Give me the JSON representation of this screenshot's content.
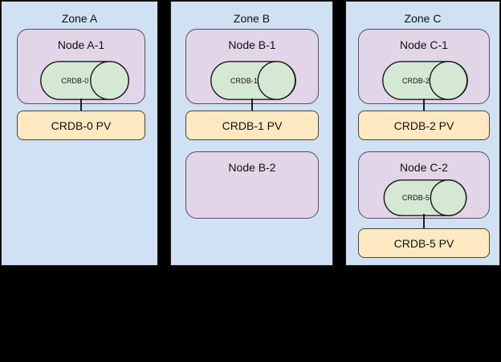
{
  "diagram": {
    "title": "CockroachDB multi-zone node and persistent volume topology",
    "colors": {
      "zone_fill": "#cfe1f2",
      "node_fill": "#e1d5e7",
      "database_fill": "#d5e8d4",
      "pv_fill": "#ffe9c2",
      "stroke": "#1a1a1a",
      "background": "#000000"
    },
    "zones": [
      {
        "label": "Zone A",
        "nodes": [
          {
            "label": "Node A-1",
            "database": "CRDB-0",
            "has_database": true
          }
        ],
        "volumes": [
          {
            "label": "CRDB-0 PV"
          }
        ]
      },
      {
        "label": "Zone B",
        "nodes": [
          {
            "label": "Node B-1",
            "database": "CRDB-1",
            "has_database": true
          },
          {
            "label": "Node B-2",
            "database": "",
            "has_database": false
          }
        ],
        "volumes": [
          {
            "label": "CRDB-1 PV"
          }
        ]
      },
      {
        "label": "Zone C",
        "nodes": [
          {
            "label": "Node C-1",
            "database": "CRDB-2",
            "has_database": true
          },
          {
            "label": "Node C-2",
            "database": "CRDB-5",
            "has_database": true
          }
        ],
        "volumes": [
          {
            "label": "CRDB-2 PV"
          },
          {
            "label": "CRDB-5 PV"
          }
        ]
      }
    ]
  }
}
